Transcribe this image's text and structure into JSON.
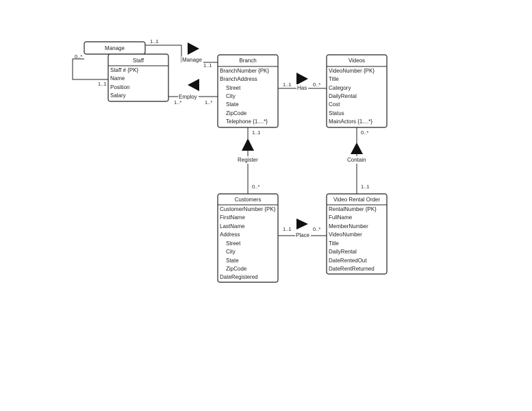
{
  "entities": {
    "manage": {
      "title": "Manage",
      "attributes": []
    },
    "staff": {
      "title": "Staff",
      "attributes": [
        "Staff # {PK}",
        "Name",
        "Position",
        "Salary"
      ]
    },
    "branch": {
      "title": "Branch",
      "attributes": [
        "BranchNumber {PK}",
        "BranchAddress",
        "Street",
        "City",
        "State",
        "ZipCode",
        "Telephone {1....*}"
      ]
    },
    "videos": {
      "title": "Videos",
      "attributes": [
        "VideoNumber {PK}",
        "Title",
        "Category",
        "DailyRental",
        "Cost",
        "Status",
        "MainActors {1....*}"
      ]
    },
    "customers": {
      "title": "Customers",
      "attributes": [
        "CustomerNumber {PK}",
        "FirstName",
        "LastName",
        "Address",
        "Street",
        "City",
        "State",
        "ZipCode",
        "DateRegistered"
      ]
    },
    "order": {
      "title": "Video Rental Order",
      "attributes": [
        "RentalNumber {PK}",
        "FullName",
        "MemberNumber",
        "VideoNumber",
        "Title",
        "DailyRental",
        "DateRentedOut",
        "DateRentReturned"
      ]
    }
  },
  "relationships": {
    "manage": {
      "label": "Manage",
      "mult_a": "1..1",
      "mult_b": "1..1"
    },
    "self_manage": {
      "mult_a": "0..*",
      "mult_b": "1..1"
    },
    "employ": {
      "label": "Employ",
      "mult_a": "1..*",
      "mult_b": "1..*"
    },
    "has": {
      "label": "Has",
      "mult_a": "1..1",
      "mult_b": "0..*"
    },
    "register": {
      "label": "Register",
      "mult_a": "1..1",
      "mult_b": "0..*"
    },
    "contain": {
      "label": "Contain",
      "mult_a": "0..*",
      "mult_b": "1..1"
    },
    "place": {
      "label": "Place",
      "mult_a": "1..1",
      "mult_b": "0..*"
    }
  }
}
